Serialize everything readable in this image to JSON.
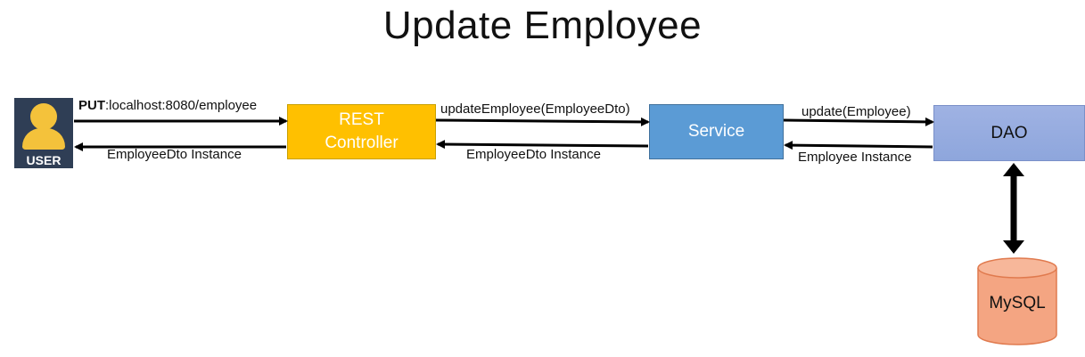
{
  "title": "Update Employee",
  "nodes": {
    "user": "USER",
    "rest_controller": "REST\nController",
    "service": "Service",
    "dao": "DAO",
    "mysql": "MySQL"
  },
  "edges": {
    "put_method": "PUT",
    "put_url": ":localhost:8080/employee",
    "rest_to_user": "EmployeeDto Instance",
    "rest_to_service": "updateEmployee(EmployeeDto)",
    "service_to_rest": "EmployeeDto Instance",
    "service_to_dao": "update(Employee)",
    "dao_to_service": "Employee Instance"
  },
  "colors": {
    "user_bg": "#2f3e55",
    "user_icon": "#f4c23b",
    "rest": "#ffc000",
    "service": "#5b9bd5",
    "dao": "#8ea6dc",
    "mysql": "#f4a582"
  },
  "icons": {
    "user": "person-icon",
    "mysql": "database-cylinder-icon"
  }
}
